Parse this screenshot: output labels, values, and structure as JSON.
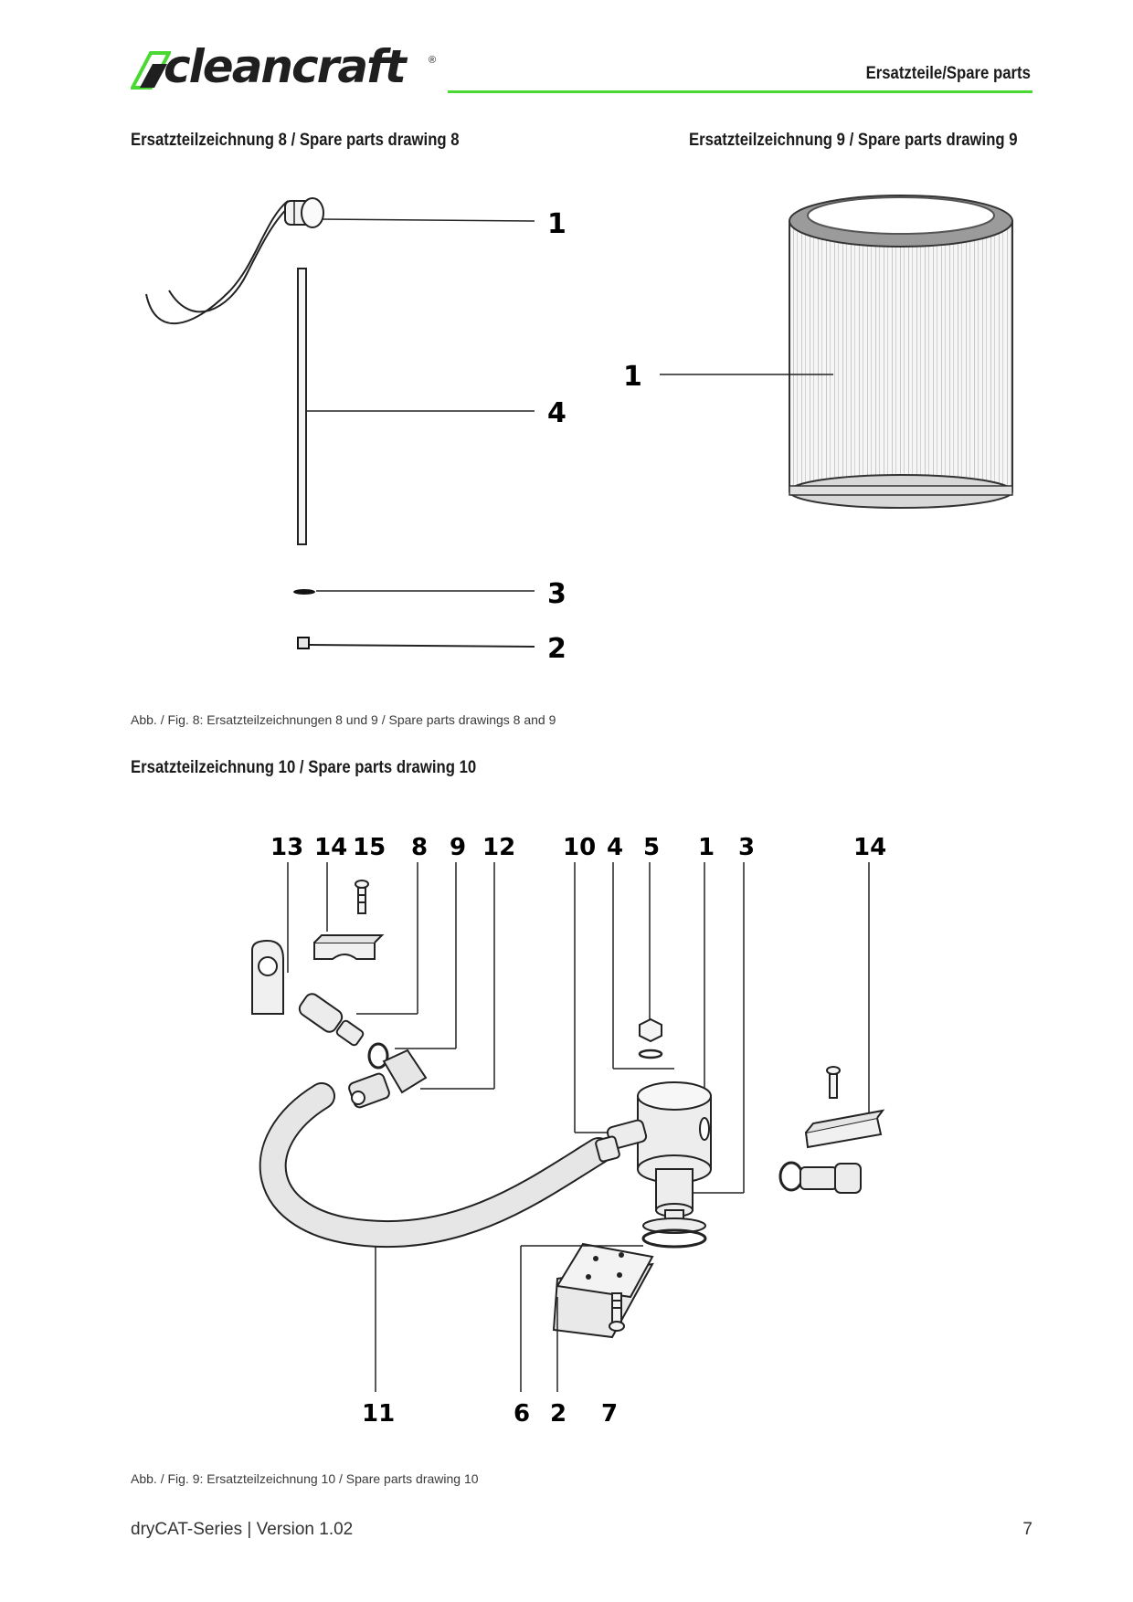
{
  "header": {
    "logo_text": "cleancraft",
    "logo_registered": "®",
    "section_title": "Ersatzteile/Spare parts",
    "accent_color": "#4ad832"
  },
  "drawing8": {
    "title": "Ersatzteilzeichnung 8 / Spare parts drawing 8",
    "callouts": [
      "1",
      "4",
      "3",
      "2"
    ]
  },
  "drawing9": {
    "title": "Ersatzteilzeichnung 9 / Spare parts drawing 9",
    "callouts": [
      "1"
    ]
  },
  "figure8_caption": "Abb. / Fig. 8: Ersatzteilzeichnungen 8 und 9 / Spare parts drawings 8 and 9",
  "drawing10": {
    "title": "Ersatzteilzeichnung 10 / Spare parts drawing 10",
    "top_callouts": [
      "13",
      "14",
      "15",
      "8",
      "9",
      "12",
      "10",
      "4",
      "5",
      "1",
      "3",
      "14"
    ],
    "bottom_callouts": [
      "11",
      "6",
      "2",
      "7"
    ]
  },
  "figure9_caption": "Abb. / Fig. 9: Ersatzteilzeichnung 10 / Spare parts drawing 10",
  "footer": {
    "series": "dryCAT-Series | Version 1.02",
    "page_number": "7"
  }
}
